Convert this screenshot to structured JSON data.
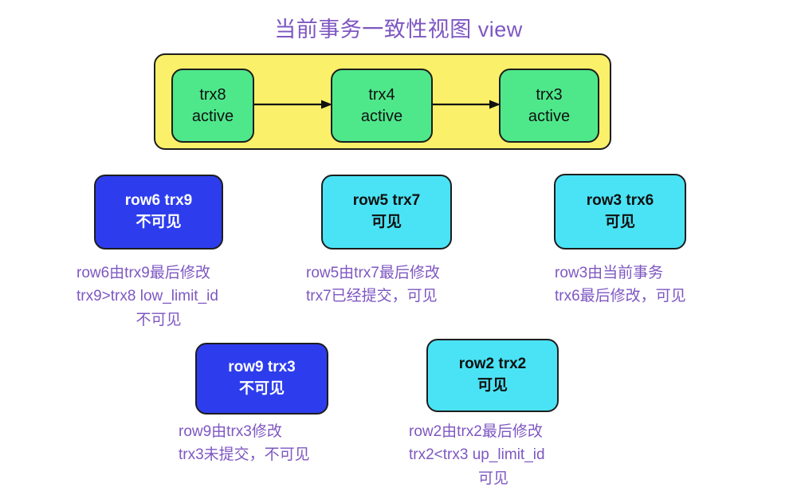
{
  "diagram": {
    "title": "当前事务一致性视图 view",
    "colors": {
      "title_purple": "#7e57c2",
      "view_yellow": "#faf069",
      "trx_green": "#4ee88b",
      "invisible_blue": "#2d3ded",
      "visible_cyan": "#4ae3f5",
      "outline_black": "#1d1d1d",
      "background": "#ffffff"
    },
    "view_container": {
      "name": "consistency-view",
      "transactions": [
        {
          "id": "trx8",
          "state": "active"
        },
        {
          "id": "trx4",
          "state": "active"
        },
        {
          "id": "trx3",
          "state": "active"
        }
      ],
      "arrows": [
        {
          "from": "trx8",
          "to": "trx4"
        },
        {
          "from": "trx4",
          "to": "trx3"
        }
      ]
    },
    "rows": [
      {
        "key": "row6",
        "label": "row6 trx9",
        "visibility": "不可见",
        "style": "blue",
        "caption": [
          "row6由trx9最后修改",
          "trx9>trx8 low_limit_id",
          "不可见"
        ],
        "caption_align": [
          "left",
          "left",
          "center"
        ]
      },
      {
        "key": "row5",
        "label": "row5 trx7",
        "visibility": "可见",
        "style": "cyan",
        "caption": [
          "row5由trx7最后修改",
          "trx7已经提交，可见"
        ],
        "caption_align": [
          "left",
          "left"
        ]
      },
      {
        "key": "row3",
        "label": "row3 trx6",
        "visibility": "可见",
        "style": "cyan",
        "caption": [
          "row3由当前事务",
          "trx6最后修改，可见"
        ],
        "caption_align": [
          "left",
          "left"
        ]
      },
      {
        "key": "row9",
        "label": "row9 trx3",
        "visibility": "不可见",
        "style": "blue",
        "caption": [
          "row9由trx3修改",
          "trx3未提交，不可见"
        ],
        "caption_align": [
          "left",
          "left"
        ]
      },
      {
        "key": "row2",
        "label": "row2 trx2",
        "visibility": "可见",
        "style": "cyan",
        "caption": [
          "row2由trx2最后修改",
          "trx2<trx3 up_limit_id",
          "可见"
        ],
        "caption_align": [
          "left",
          "left",
          "center"
        ]
      }
    ]
  }
}
